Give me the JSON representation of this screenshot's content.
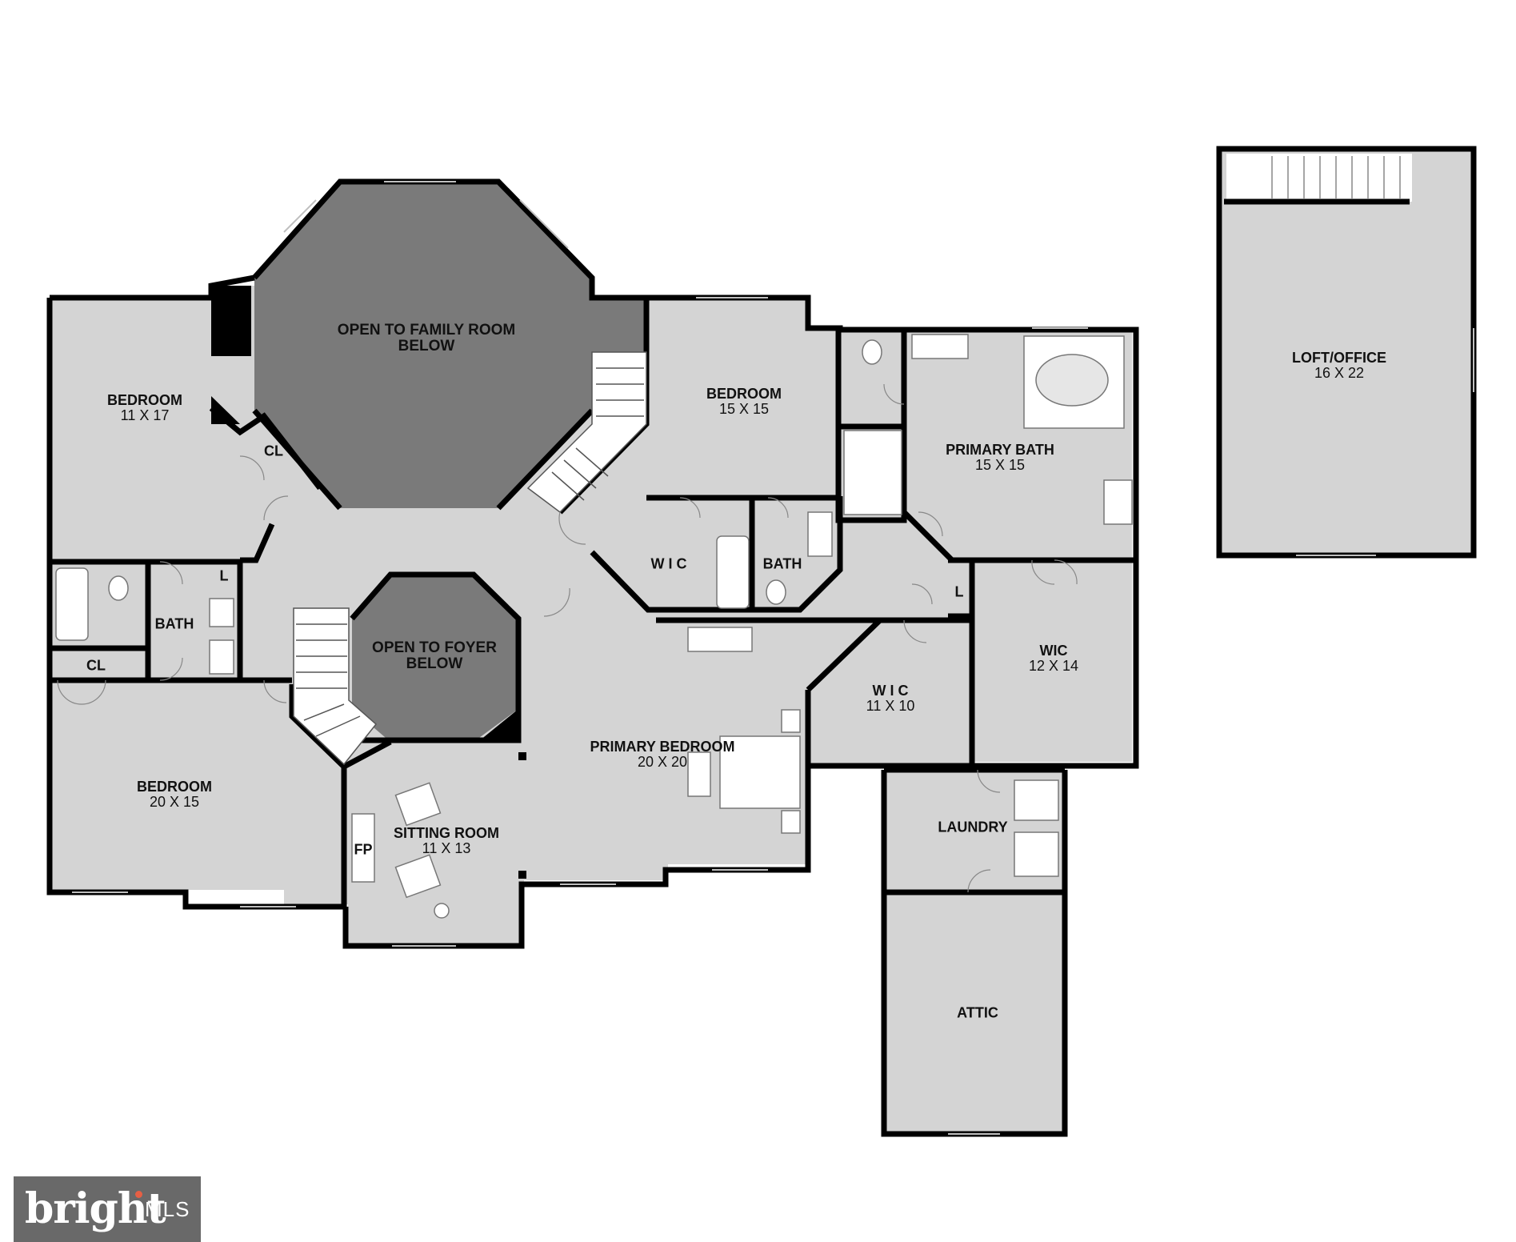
{
  "rooms": {
    "bedroom_nw": {
      "name": "BEDROOM",
      "dims": "11 X 17"
    },
    "family_open": {
      "name1": "OPEN TO FAMILY ROOM",
      "name2": "BELOW"
    },
    "bedroom_ne": {
      "name": "BEDROOM",
      "dims": "15 X 15"
    },
    "primary_bath": {
      "name": "PRIMARY BATH",
      "dims": "15 X 15"
    },
    "loft": {
      "name": "LOFT/OFFICE",
      "dims": "16 X 22"
    },
    "closet_nw": {
      "name": "CL"
    },
    "wic_center": {
      "name": "W I C"
    },
    "bath_center": {
      "name": "BATH"
    },
    "linen_left": {
      "name": "L"
    },
    "bath_left": {
      "name": "BATH"
    },
    "closet_left": {
      "name": "CL"
    },
    "foyer_open": {
      "name1": "OPEN TO FOYER",
      "name2": "BELOW"
    },
    "linen_right": {
      "name": "L"
    },
    "wic_right": {
      "name": "WIC",
      "dims": "12 X 14"
    },
    "wic_mid": {
      "name": "W I C",
      "dims": "11 X 10"
    },
    "primary_bedroom": {
      "name": "PRIMARY BEDROOM",
      "dims": "20 X 20"
    },
    "bedroom_sw": {
      "name": "BEDROOM",
      "dims": "20 X 15"
    },
    "sitting_room": {
      "name": "SITTING ROOM",
      "dims": "11 X 13"
    },
    "fireplace": {
      "name": "FP"
    },
    "laundry": {
      "name": "LAUNDRY"
    },
    "attic": {
      "name": "ATTIC"
    }
  },
  "watermark": {
    "brand": "bright",
    "suffix": "MLS"
  },
  "colors": {
    "floor": "#d4d4d4",
    "open_below": "#7a7a7a",
    "wall": "#000000",
    "fixture": "#ffffff"
  }
}
